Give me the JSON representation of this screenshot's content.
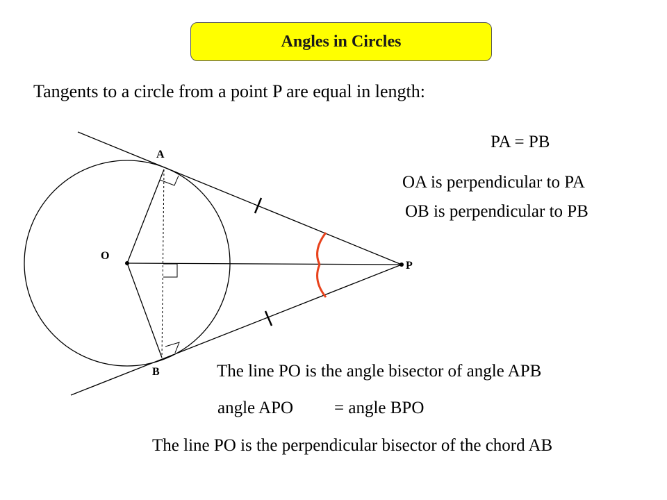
{
  "title": "Angles in Circles",
  "subtitle": "Tangents to a circle from a point P are equal in length:",
  "statements": {
    "pa_pb": "PA = PB",
    "oa_perp": "OA is perpendicular to PA",
    "ob_perp": "OB is perpendicular to PB",
    "bisector": "The line PO is the angle bisector of angle APB",
    "angle_apo": "angle APO",
    "angle_bpo": "= angle BPO",
    "perp_bisector": "The line PO is the perpendicular bisector of the chord AB"
  },
  "labels": {
    "O": "O",
    "A": "A",
    "B": "B",
    "P": "P"
  },
  "colors": {
    "title_bg": "#ffff00",
    "angle_arc": "#e8421c",
    "lines": "#000000"
  }
}
